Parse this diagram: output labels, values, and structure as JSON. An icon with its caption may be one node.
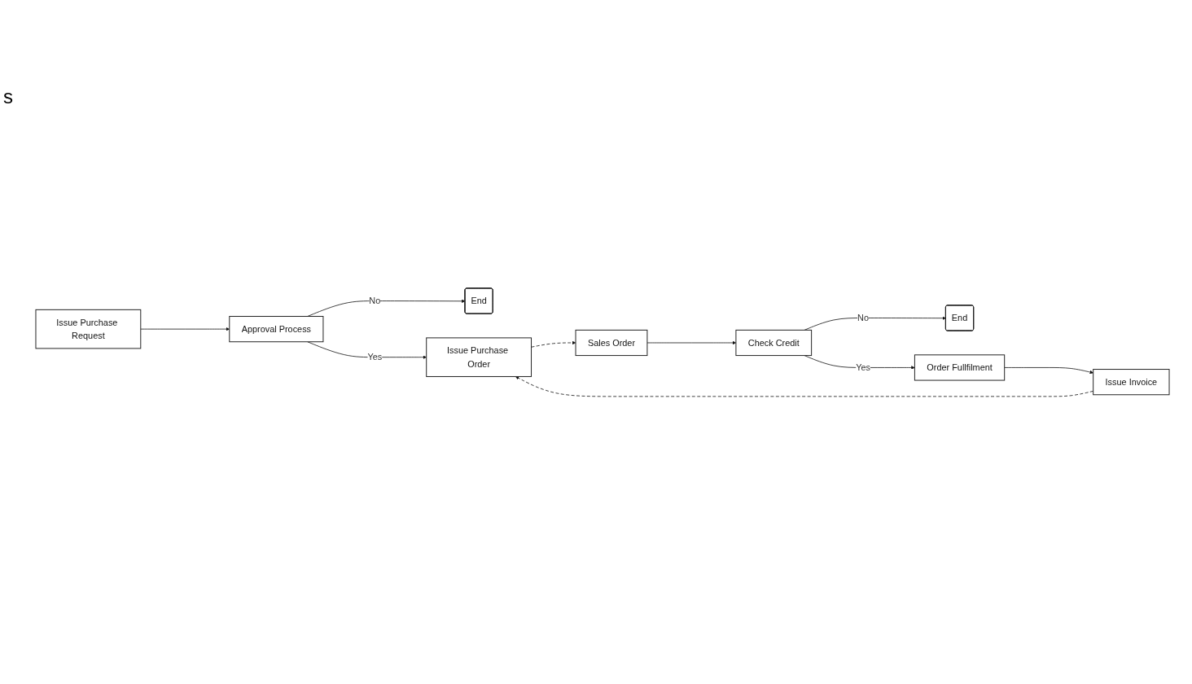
{
  "diagram": {
    "nodes": [
      {
        "text": [
          "Issue Purchase Request"
        ]
      },
      {
        "text": [
          "Approval Process"
        ]
      },
      {
        "text": [
          "End"
        ]
      },
      {
        "text": [
          "Issue Purchase Order"
        ]
      },
      {
        "text": [
          "End"
        ]
      },
      {
        "text": [
          "Sales Order"
        ]
      },
      {
        "text": [
          "Check Credit"
        ]
      },
      {
        "text": [
          "Order Fullfilment"
        ]
      },
      {
        "text": [
          "Issue Invoice"
        ]
      }
    ],
    "edges": [
      {
        "from": 0,
        "to": 1,
        "arrow": "to"
      },
      {
        "from": 1,
        "to": 2,
        "arrow": "to",
        "label": "No"
      },
      {
        "from": 1,
        "to": 3,
        "arrow": "to",
        "label": "Yes"
      },
      {
        "from": 3,
        "to": 5,
        "arrow": "to",
        "style": "dashed"
      },
      {
        "from": 5,
        "to": 6,
        "arrow": "to"
      },
      {
        "from": 6,
        "to": 4,
        "arrow": "to",
        "label": "No"
      },
      {
        "from": 6,
        "to": 7,
        "arrow": "to",
        "label": "Yes"
      },
      {
        "from": 7,
        "to": 8,
        "arrow": "to"
      },
      {
        "from": 8,
        "to": 3,
        "arrow": "to",
        "style": "dashed"
      }
    ],
    "labels": [
      "s"
    ]
  }
}
